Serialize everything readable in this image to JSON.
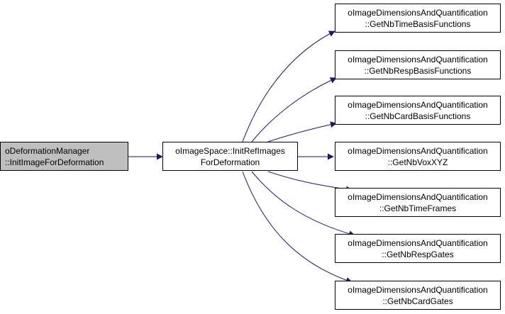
{
  "colors": {
    "edge": "#191970",
    "node_border": "#000000",
    "root_fill": "#bfbfbf",
    "node_fill": "#ffffff"
  },
  "root": {
    "line1": "oDeformationManager",
    "line2": "::InitImageForDeformation"
  },
  "middle": {
    "line1": "oImageSpace::InitRefImages",
    "line2": "ForDeformation"
  },
  "callees": [
    {
      "line1": "oImageDimensionsAndQuantification",
      "line2": "::GetNbTimeBasisFunctions"
    },
    {
      "line1": "oImageDimensionsAndQuantification",
      "line2": "::GetNbRespBasisFunctions"
    },
    {
      "line1": "oImageDimensionsAndQuantification",
      "line2": "::GetNbCardBasisFunctions"
    },
    {
      "line1": "oImageDimensionsAndQuantification",
      "line2": "::GetNbVoxXYZ"
    },
    {
      "line1": "oImageDimensionsAndQuantification",
      "line2": "::GetNbTimeFrames"
    },
    {
      "line1": "oImageDimensionsAndQuantification",
      "line2": "::GetNbRespGates"
    },
    {
      "line1": "oImageDimensionsAndQuantification",
      "line2": "::GetNbCardGates"
    }
  ]
}
